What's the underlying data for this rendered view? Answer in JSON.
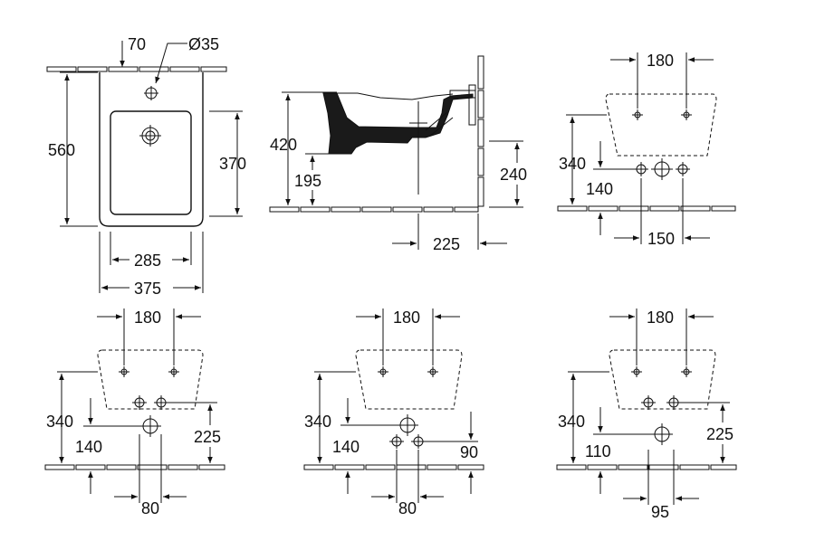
{
  "top_view": {
    "offset_label": "70",
    "diameter_label": "Ø35",
    "depth_label": "560",
    "bowl_depth_label": "370",
    "bowl_width_label": "285",
    "width_label": "375"
  },
  "side_view": {
    "height_label": "420",
    "foot_label": "195",
    "connection_height_label": "240",
    "projection_label": "225"
  },
  "front_view": {
    "fixing_spacing_label": "180",
    "fixing_height_label": "340",
    "supply_height_label": "140",
    "supply_spacing_label": "150"
  },
  "variant_a": {
    "fixing_spacing_label": "180",
    "fixing_height_label": "340",
    "waste_height_label": "140",
    "supply_height_label": "225",
    "supply_spacing_label": "80"
  },
  "variant_b": {
    "fixing_spacing_label": "180",
    "fixing_height_label": "340",
    "waste_height_label": "140",
    "supply_height_label": "90",
    "supply_spacing_label": "80"
  },
  "variant_c": {
    "fixing_spacing_label": "180",
    "fixing_height_label": "340",
    "waste_height_label": "110",
    "supply_height_label": "225",
    "supply_spacing_label": "95"
  },
  "colors": {
    "line": "#111111",
    "background": "#ffffff",
    "bowl_dark": "#1a1a1a"
  }
}
